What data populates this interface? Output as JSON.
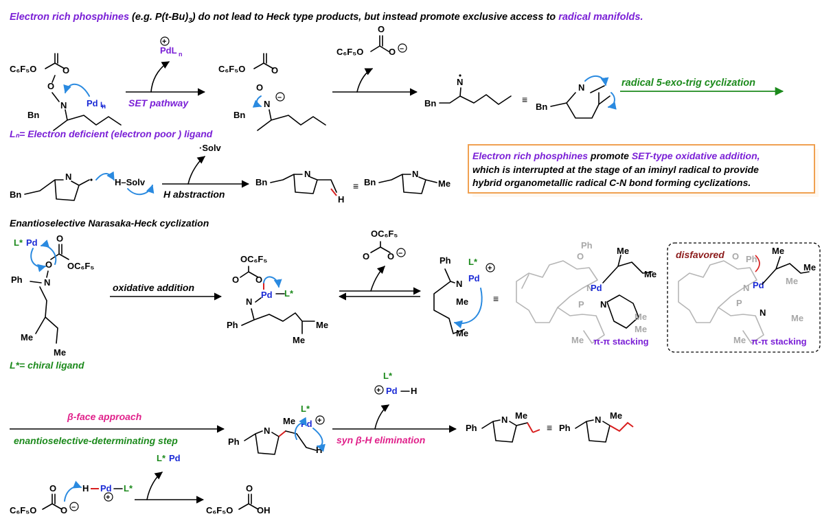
{
  "headline": {
    "part1": "Electron rich phosphines",
    "part2": " (e.g. P(t-Bu)",
    "sub3": "3",
    "part3": ") do not lead to Heck type products, but instead promote exclusive access to ",
    "part4": "radical manifolds."
  },
  "scheme1": {
    "reagent_c6f5o": "C₆F₅O",
    "pdln_top": "PdLn",
    "pd": "Pd",
    "ln": "Ln",
    "bn": "Bn",
    "n": "N",
    "o": "O",
    "set_pathway": "SET pathway",
    "ligand_note": "Lₙ= Electron deficient (electron poor ) ligand",
    "radical_cyclization": "radical 5-exo-trig cyclization",
    "equiv": "≡"
  },
  "scheme2": {
    "solv_radical": "·Solv",
    "h_solv": "H–Solv",
    "h_abstraction": "H abstraction",
    "bn": "Bn",
    "n": "N",
    "h": "H",
    "me": "Me",
    "equiv": "≡"
  },
  "callout": {
    "line1_a": "Electron rich phosphines",
    "line1_b": " promote ",
    "line1_c": "SET-type oxidative addition,",
    "line2": "which is interrupted at the stage of an iminyl radical to provide",
    "line3": "hybrid organometallic radical C-N bond forming cyclizations."
  },
  "scheme3": {
    "title": "Enantioselective Narasaka-Heck cyclization",
    "lpd": "L*Pd",
    "oc6f5": "OC₆F₅",
    "ph": "Ph",
    "me": "Me",
    "n": "N",
    "o": "O",
    "pd": "Pd",
    "lstar": "L*",
    "p": "P",
    "chiral_ligand": "L*= chiral ligand",
    "oxidative_addition": "oxidative addition",
    "pi_stacking": "π-π stacking",
    "disfavored": "disfavored",
    "equiv": "≡"
  },
  "scheme4": {
    "beta_face": "β-face approach",
    "enantio_step": "enantioselective-determinating step",
    "syn_elim": "syn β-H elimination",
    "lpd": "L*Pd",
    "h": "H",
    "oh": "OH",
    "c6f5o": "C₆F₅O",
    "me": "Me",
    "ph": "Ph",
    "n": "N"
  },
  "colors": {
    "purple": "#7a1fd6",
    "green": "#1c8a1c",
    "pink": "#e0208a",
    "blue": "#1a2ad6",
    "arrow_blue": "#2a8ae0",
    "orange_border": "#f0a050",
    "grey": "#a8a8a8"
  }
}
